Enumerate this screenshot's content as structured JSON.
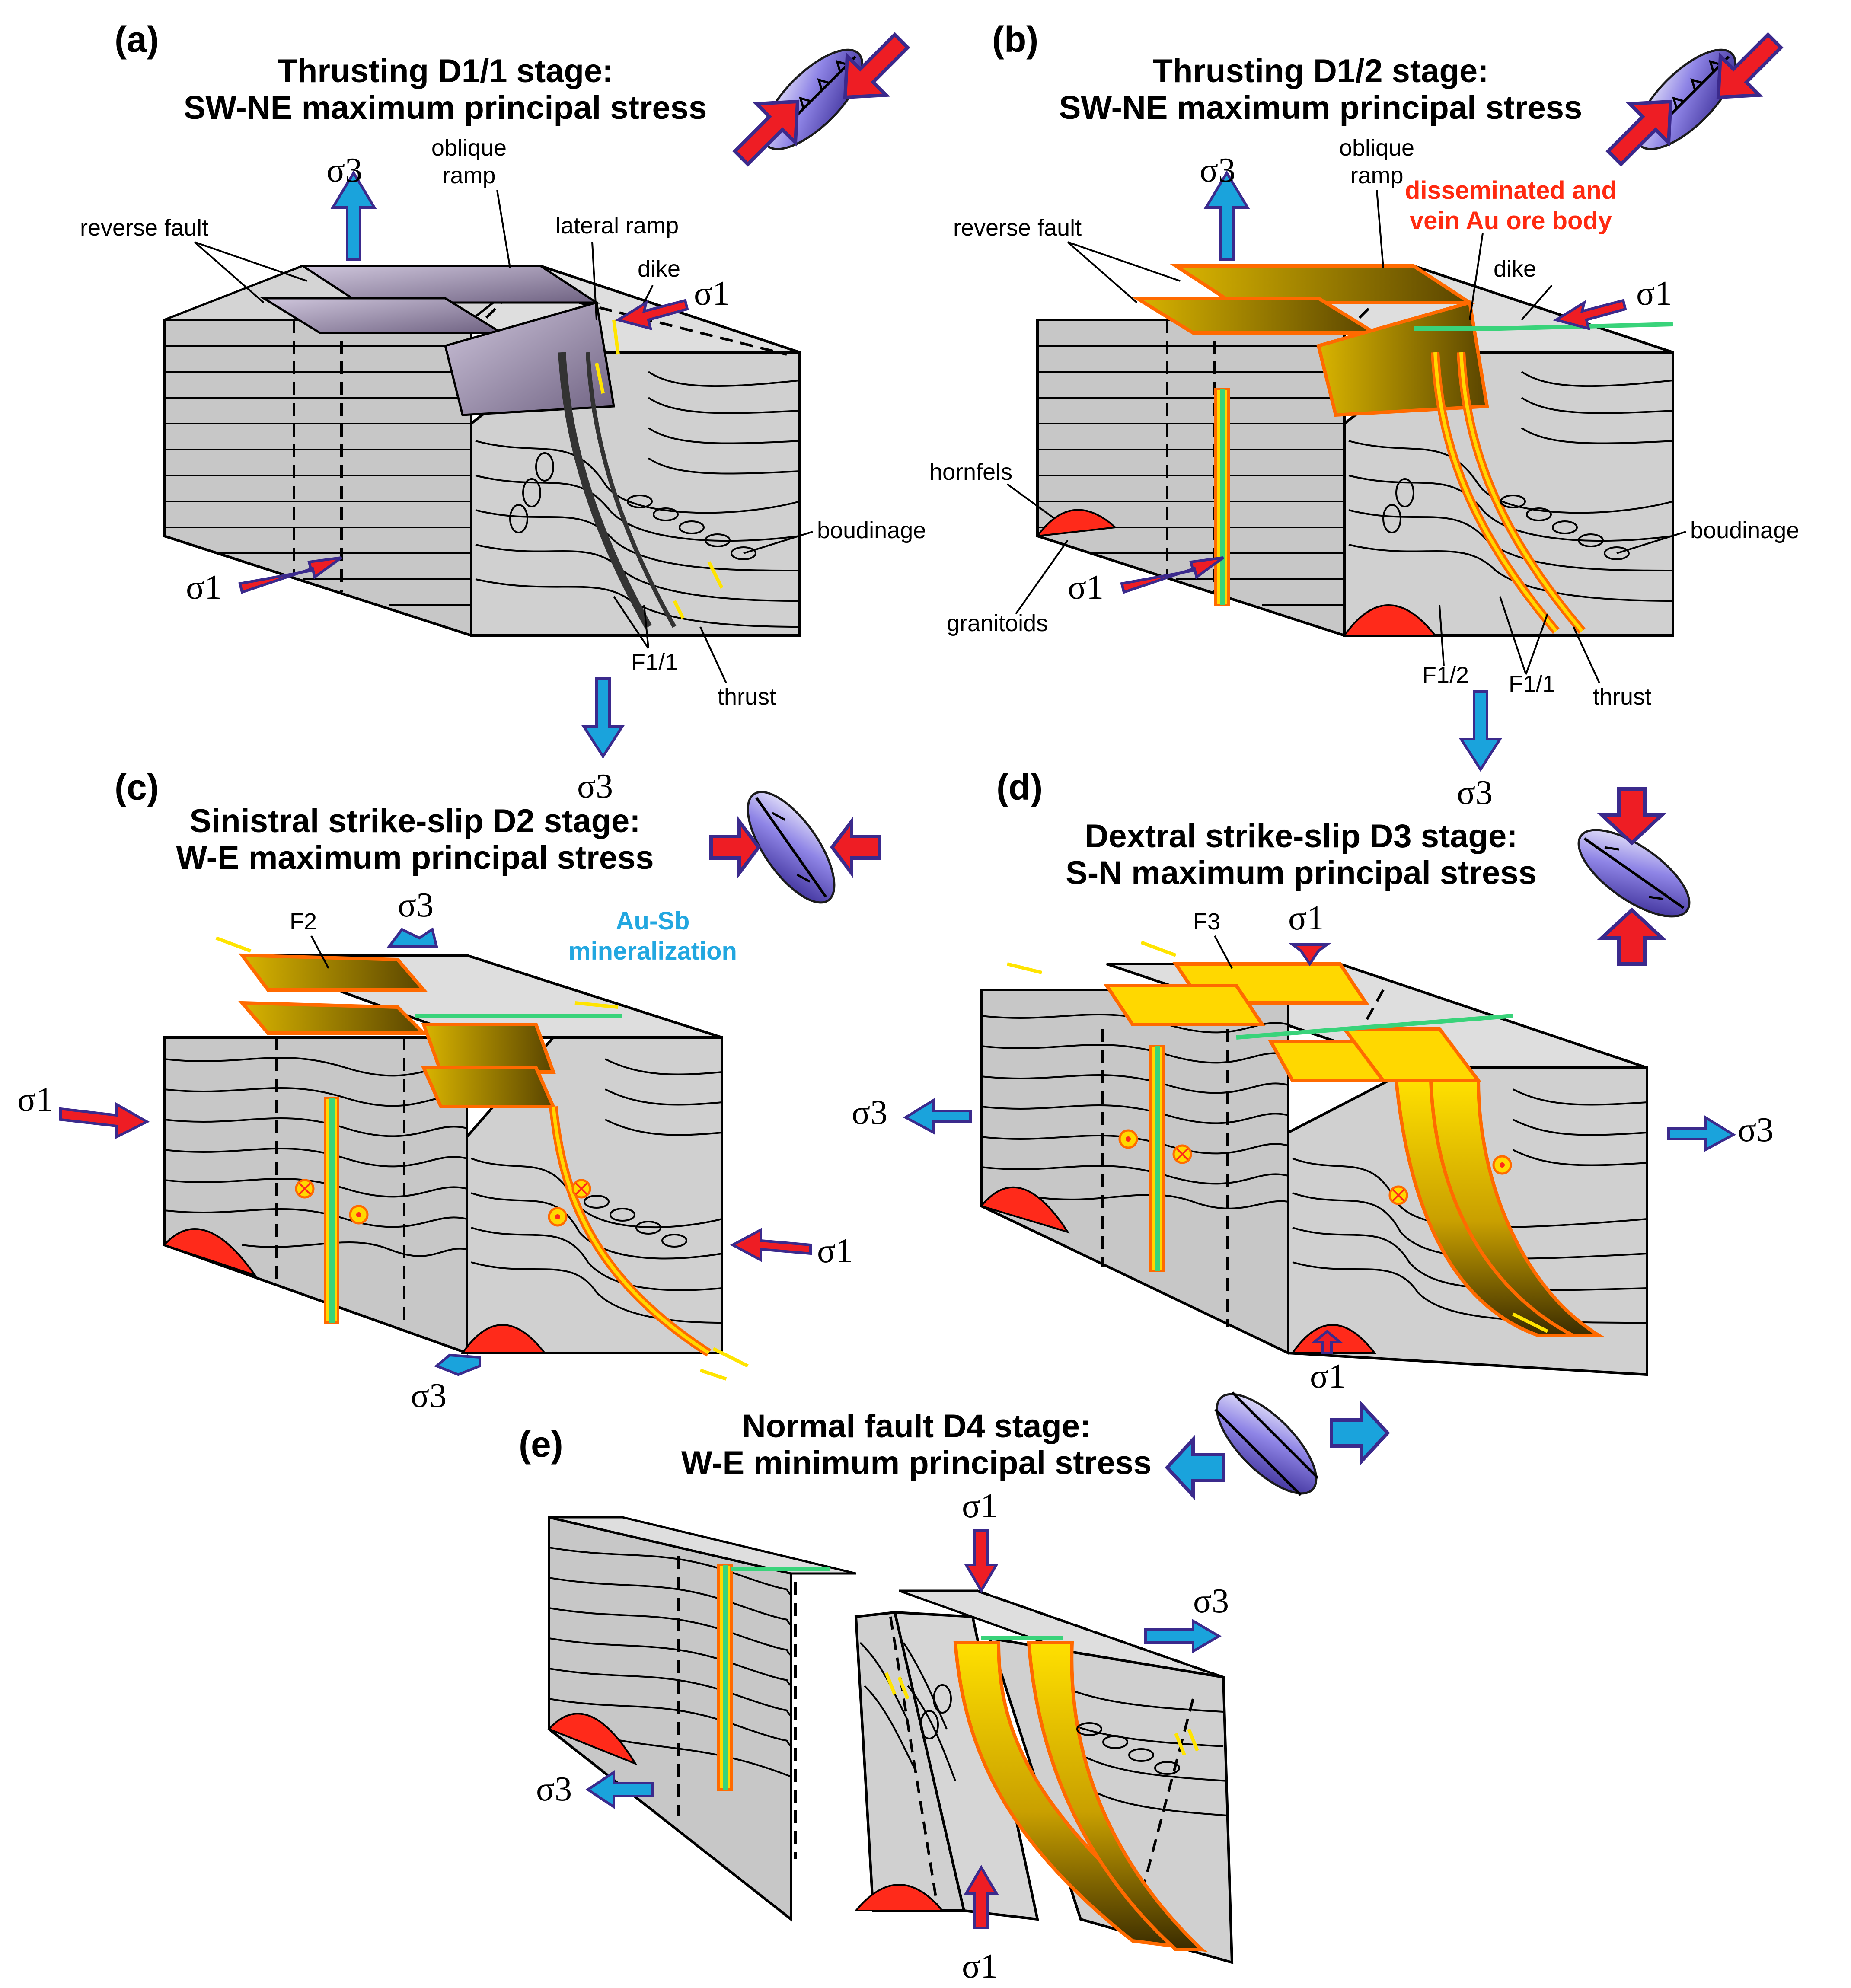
{
  "colors": {
    "block_face": "#c9c9c9",
    "block_top": "#dedede",
    "block_side": "#bdbdbd",
    "granite": "#ff2a1a",
    "ore_orange": "#ff6a00",
    "ore_yellow": "#ffd800",
    "ore_dark": "#6b5300",
    "dike_green": "#39d37a",
    "arrow_red": "#ee1d24",
    "arrow_blue": "#1aa3dc",
    "arrow_outline": "#3b2a8c",
    "ellipse": "#6a5acd",
    "au_sb_text": "#22a7e0",
    "ore_text": "#ff2a10"
  },
  "panels": [
    {
      "id": "a",
      "letter": "(a)",
      "title_line1": "Thrusting D1/1 stage:",
      "title_line2": "SW-NE maximum principal stress",
      "labels": {
        "oblique_ramp": "oblique\nramp",
        "reverse_fault": "reverse fault",
        "lateral_ramp": "lateral ramp",
        "dike": "dike",
        "boudinage": "boudinage",
        "f11": "F1/1",
        "thrust": "thrust"
      },
      "stress": [
        "σ3",
        "σ1",
        "σ1",
        "σ3"
      ]
    },
    {
      "id": "b",
      "letter": "(b)",
      "title_line1": "Thrusting D1/2 stage:",
      "title_line2": "SW-NE maximum principal stress",
      "labels": {
        "oblique_ramp": "oblique\nramp",
        "ore_body": "disseminated and\nvein Au ore body",
        "reverse_fault": "reverse fault",
        "dike": "dike",
        "hornfels": "hornfels",
        "granitoids": "granitoids",
        "boudinage": "boudinage",
        "f12": "F1/2",
        "f11": "F1/1",
        "thrust": "thrust"
      },
      "stress": [
        "σ3",
        "σ1",
        "σ1",
        "σ3"
      ]
    },
    {
      "id": "c",
      "letter": "(c)",
      "title_line1": "Sinistral strike-slip D2 stage:",
      "title_line2": "W-E maximum principal stress",
      "labels": {
        "f2": "F2",
        "au_sb": "Au-Sb\nmineralization"
      },
      "stress": [
        "σ3",
        "σ1",
        "σ1",
        "σ3"
      ]
    },
    {
      "id": "d",
      "letter": "(d)",
      "title_line1": "Dextral strike-slip D3 stage:",
      "title_line2": "S-N maximum principal stress",
      "labels": {
        "f3": "F3"
      },
      "stress": [
        "σ1",
        "σ3",
        "σ3",
        "σ1"
      ]
    },
    {
      "id": "e",
      "letter": "(e)",
      "title_line1": "Normal fault D4 stage:",
      "title_line2": "W-E minimum principal stress",
      "labels": {},
      "stress": [
        "σ1",
        "σ3",
        "σ3",
        "σ1"
      ]
    }
  ]
}
